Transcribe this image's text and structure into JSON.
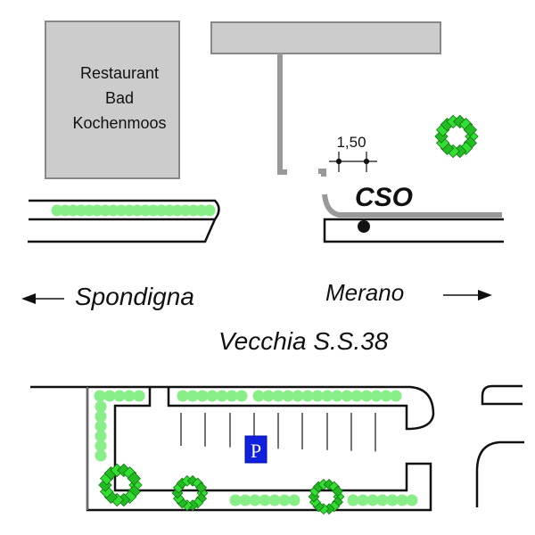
{
  "map": {
    "buildings": {
      "restaurant": {
        "lines": [
          "Restaurant",
          "Bad",
          "Kochenmoos"
        ]
      }
    },
    "dimension": {
      "label": "1,50"
    },
    "stop": {
      "label": "CSO"
    },
    "directions": {
      "west": {
        "label": "Spondigna",
        "arrow": "left-arrow"
      },
      "east": {
        "label": "Merano",
        "arrow": "right-arrow"
      }
    },
    "road": {
      "label": "Vecchia S.S.38"
    },
    "parking": {
      "label": "P"
    },
    "colors": {
      "building_fill": "#cccccc",
      "building_stroke": "#888888",
      "path_gray": "#999999",
      "hedge": "#88ee88",
      "tree": "#22bb22",
      "tree_dark": "#117711",
      "parking_blue": "#1020dd",
      "line": "#111111"
    }
  }
}
